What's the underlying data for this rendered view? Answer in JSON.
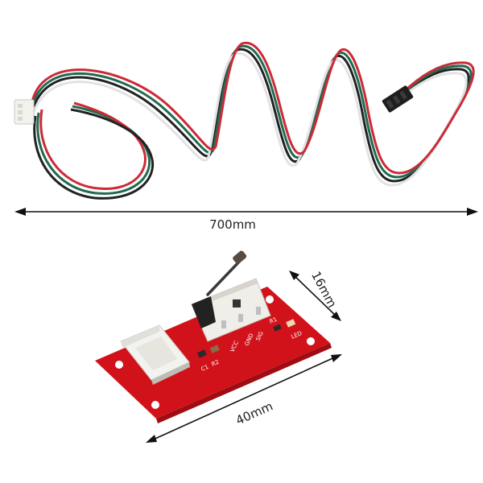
{
  "product": {
    "cable_length_label": "700mm",
    "board_width_label": "40mm",
    "board_height_label": "16mm",
    "pin_labels": {
      "vcc": "VCC",
      "gnd": "GND",
      "sig": "SIG"
    },
    "component_labels": {
      "c1": "C1",
      "r2": "R2",
      "r1": "R1",
      "led": "LED"
    }
  },
  "colors": {
    "wire_red": "#cc2a36",
    "wire_green": "#1f6b52",
    "wire_black": "#222222",
    "wire_white": "#e2e2e2",
    "pcb": "#d2121b",
    "connector": "#f2f2ee"
  }
}
